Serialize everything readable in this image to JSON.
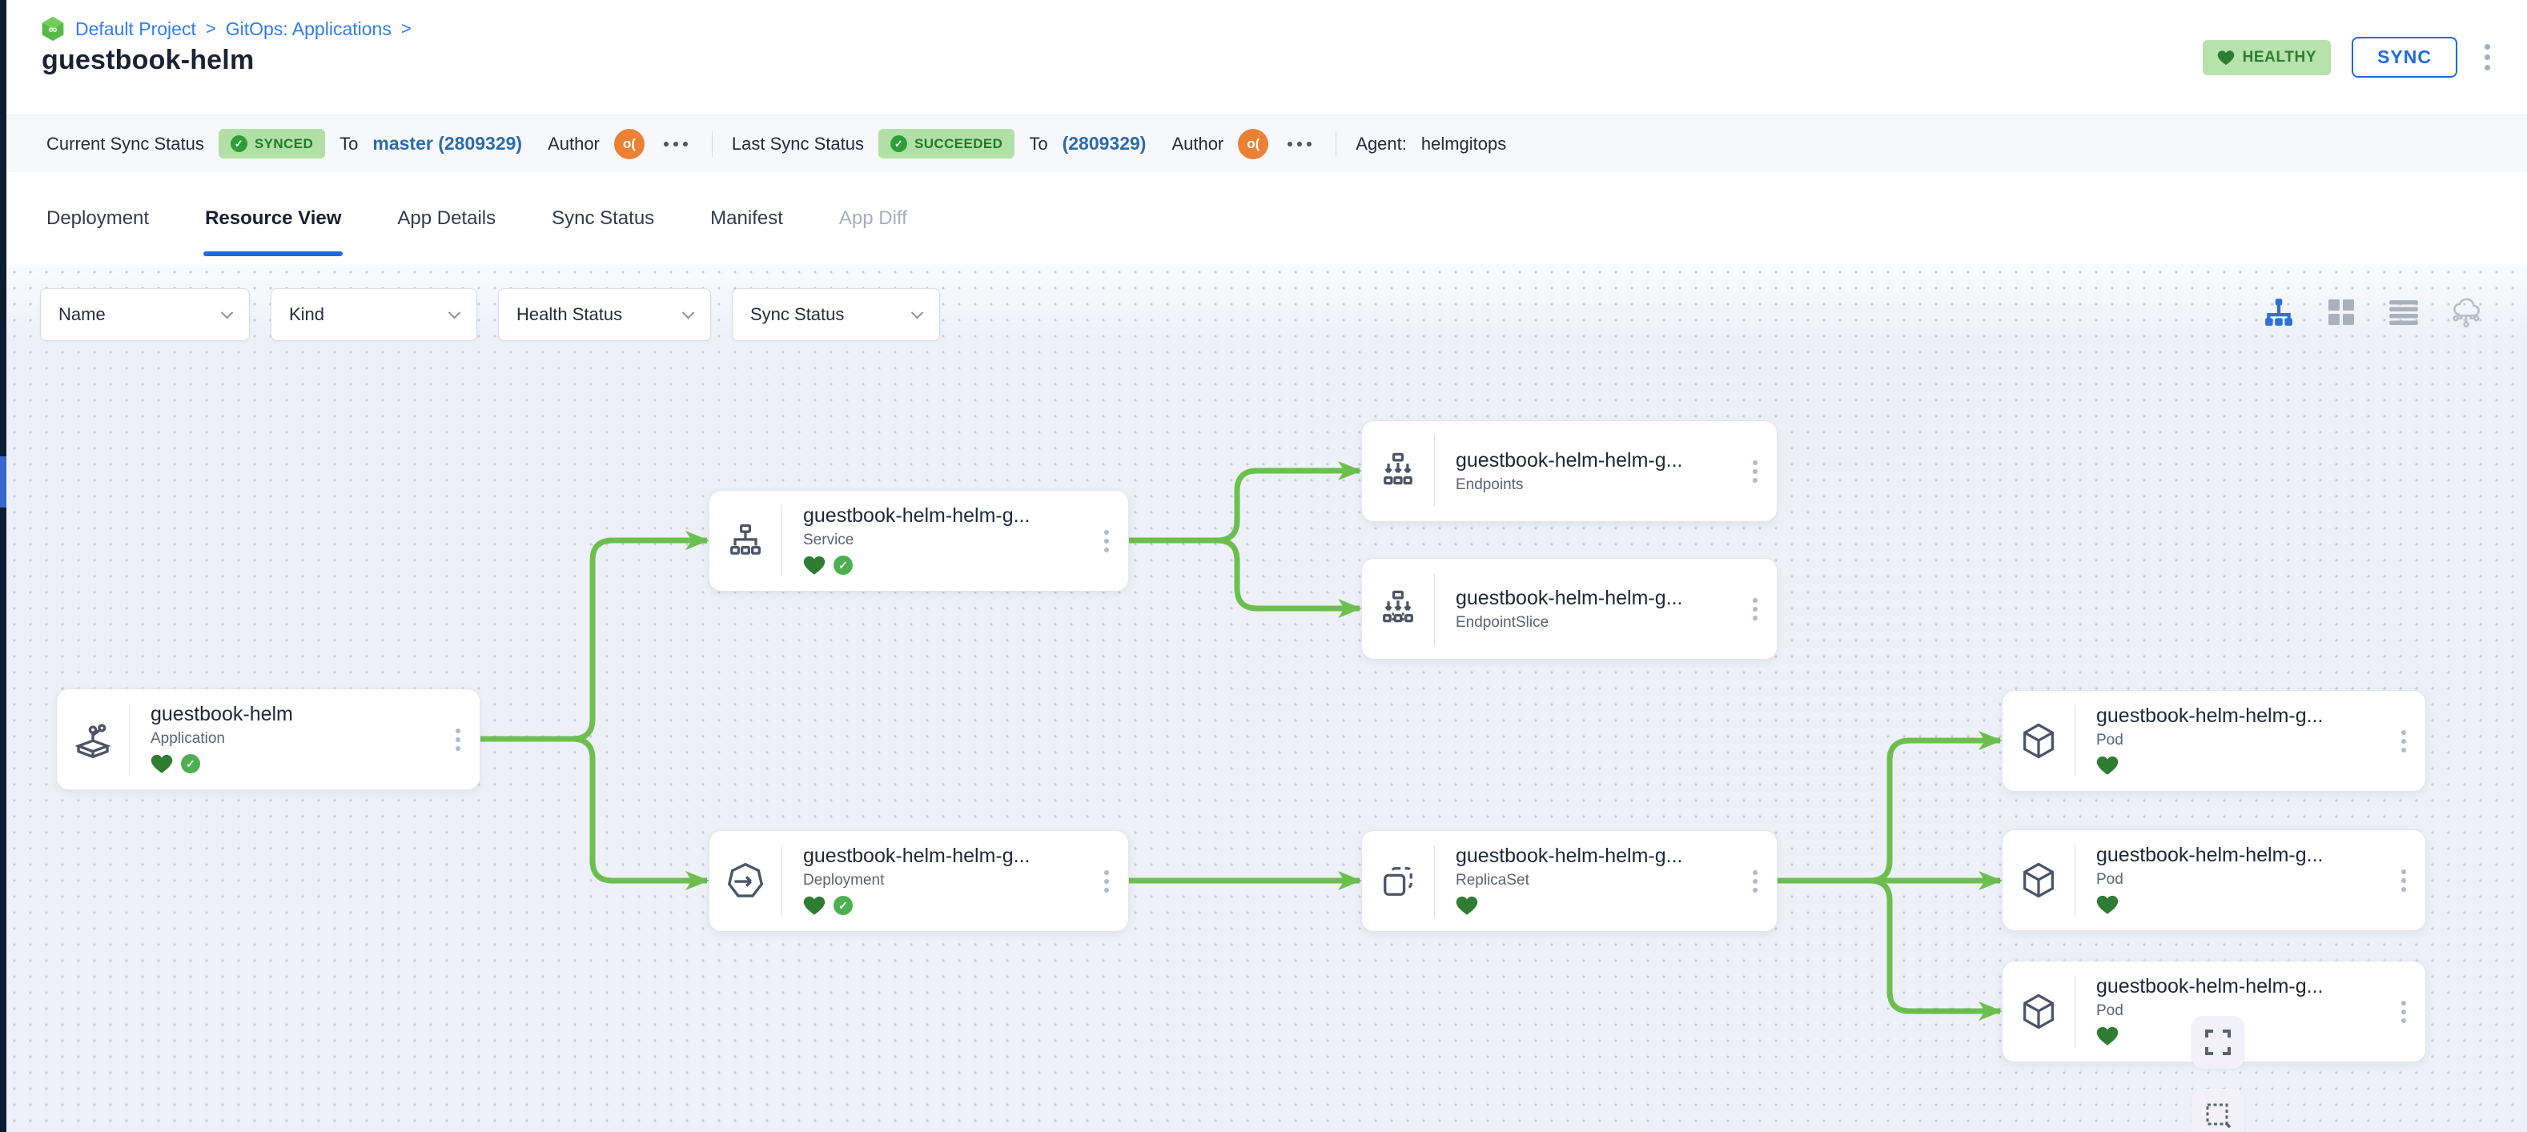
{
  "breadcrumb": {
    "logo_icon": "infinity-hexagon",
    "items": [
      "Default Project",
      "GitOps: Applications"
    ],
    "separator": ">"
  },
  "header": {
    "title": "guestbook-helm",
    "health_badge": {
      "label": "HEALTHY",
      "icon": "heart"
    },
    "sync_button_label": "SYNC",
    "menu_icon": "kebab-vertical"
  },
  "status_bar": {
    "current_sync": {
      "label": "Current Sync Status",
      "status": "SYNCED",
      "to_label": "To",
      "revision": "master (2809329)",
      "author_label": "Author",
      "author_avatar": "o(",
      "more_icon": "ellipsis"
    },
    "last_sync": {
      "label": "Last Sync Status",
      "status": "SUCCEEDED",
      "to_label": "To",
      "revision": "(2809329)",
      "author_label": "Author",
      "author_avatar": "o(",
      "more_icon": "ellipsis"
    },
    "agent": {
      "label": "Agent:",
      "value": "helmgitops"
    }
  },
  "tabs": [
    {
      "label": "Deployment"
    },
    {
      "label": "Resource View",
      "active": true
    },
    {
      "label": "App Details"
    },
    {
      "label": "Sync Status"
    },
    {
      "label": "Manifest"
    },
    {
      "label": "App Diff",
      "disabled": true
    }
  ],
  "filters": [
    {
      "label": "Name"
    },
    {
      "label": "Kind"
    },
    {
      "label": "Health Status"
    },
    {
      "label": "Sync Status"
    }
  ],
  "view_toggles": [
    {
      "name": "tree-view",
      "active": true
    },
    {
      "name": "grid-view"
    },
    {
      "name": "list-view"
    },
    {
      "name": "cluster-view"
    }
  ],
  "graph": {
    "nodes": [
      {
        "id": "application",
        "title": "guestbook-helm",
        "kind": "Application",
        "health": "healthy",
        "synced": true
      },
      {
        "id": "service",
        "title": "guestbook-helm-helm-g...",
        "kind": "Service",
        "health": "healthy",
        "synced": true
      },
      {
        "id": "endpoints",
        "title": "guestbook-helm-helm-g...",
        "kind": "Endpoints"
      },
      {
        "id": "endpointslice",
        "title": "guestbook-helm-helm-g...",
        "kind": "EndpointSlice"
      },
      {
        "id": "deployment",
        "title": "guestbook-helm-helm-g...",
        "kind": "Deployment",
        "health": "healthy",
        "synced": true
      },
      {
        "id": "replicaset",
        "title": "guestbook-helm-helm-g...",
        "kind": "ReplicaSet",
        "health": "healthy"
      },
      {
        "id": "pod-1",
        "title": "guestbook-helm-helm-g...",
        "kind": "Pod",
        "health": "healthy"
      },
      {
        "id": "pod-2",
        "title": "guestbook-helm-helm-g...",
        "kind": "Pod",
        "health": "healthy"
      },
      {
        "id": "pod-3",
        "title": "guestbook-helm-helm-g...",
        "kind": "Pod",
        "health": "healthy"
      }
    ],
    "edges": [
      {
        "from": "application",
        "to": "service"
      },
      {
        "from": "application",
        "to": "deployment"
      },
      {
        "from": "service",
        "to": "endpoints"
      },
      {
        "from": "service",
        "to": "endpointslice"
      },
      {
        "from": "deployment",
        "to": "replicaset"
      },
      {
        "from": "replicaset",
        "to": "pod-1"
      },
      {
        "from": "replicaset",
        "to": "pod-2"
      },
      {
        "from": "replicaset",
        "to": "pod-3"
      }
    ]
  },
  "canvas_controls": [
    {
      "name": "fit-view"
    },
    {
      "name": "selection"
    }
  ],
  "colors": {
    "accent_blue": "#1f6be0",
    "link_blue": "#2e7cf0",
    "revision_blue": "#2e6ba8",
    "edge_green": "#6cbf4e",
    "health_green": "#2e7d32",
    "sync_check_green": "#4caf50",
    "badge_bg_green": "#b1e0a6",
    "avatar_orange": "#ec8136",
    "canvas_bg": "#edf1f7",
    "sidebar_navy": "#0d1b33"
  }
}
